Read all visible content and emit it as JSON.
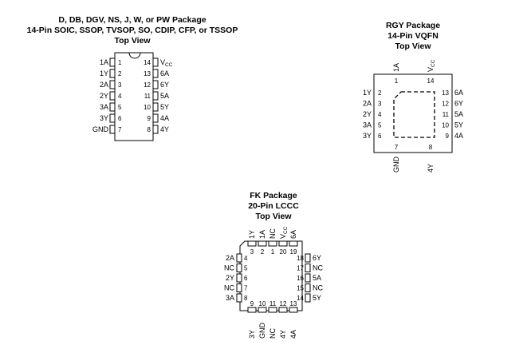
{
  "soic": {
    "title1": "D, DB, DGV, NS, J, W, or PW Package",
    "title2": "14-Pin SOIC, SSOP, TVSOP, SO, CDIP, CFP, or TSSOP",
    "title3": "Top View",
    "left": [
      {
        "name": "1A",
        "num": "1"
      },
      {
        "name": "1Y",
        "num": "2"
      },
      {
        "name": "2A",
        "num": "3"
      },
      {
        "name": "2Y",
        "num": "4"
      },
      {
        "name": "3A",
        "num": "5"
      },
      {
        "name": "3Y",
        "num": "6"
      },
      {
        "name": "GND",
        "num": "7"
      }
    ],
    "right": [
      {
        "name": "V",
        "sub": "CC",
        "num": "14"
      },
      {
        "name": "6A",
        "num": "13"
      },
      {
        "name": "6Y",
        "num": "12"
      },
      {
        "name": "5A",
        "num": "11"
      },
      {
        "name": "5Y",
        "num": "10"
      },
      {
        "name": "4A",
        "num": "9"
      },
      {
        "name": "4Y",
        "num": "8"
      }
    ]
  },
  "rgy": {
    "title1": "RGY Package",
    "title2": "14-Pin VQFN",
    "title3": "Top View",
    "top": [
      {
        "name": "1A",
        "num": "1"
      },
      {
        "name": "V",
        "sub": "CC",
        "num": "14"
      }
    ],
    "left": [
      {
        "name": "1Y",
        "num": "2"
      },
      {
        "name": "2A",
        "num": "3"
      },
      {
        "name": "2Y",
        "num": "4"
      },
      {
        "name": "3A",
        "num": "5"
      },
      {
        "name": "3Y",
        "num": "6"
      }
    ],
    "right": [
      {
        "name": "6A",
        "num": "13"
      },
      {
        "name": "6Y",
        "num": "12"
      },
      {
        "name": "5A",
        "num": "11"
      },
      {
        "name": "5Y",
        "num": "10"
      },
      {
        "name": "4A",
        "num": "9"
      }
    ],
    "bottom": [
      {
        "name": "GND",
        "num": "7"
      },
      {
        "name": "4Y",
        "num": "8"
      }
    ]
  },
  "fk": {
    "title1": "FK Package",
    "title2": "20-Pin LCCC",
    "title3": "Top View",
    "top": [
      {
        "name": "1Y",
        "num": "3"
      },
      {
        "name": "1A",
        "num": "2"
      },
      {
        "name": "NC",
        "num": "1"
      },
      {
        "name": "V",
        "sub": "CC",
        "num": "20"
      },
      {
        "name": "6A",
        "num": "19"
      }
    ],
    "left": [
      {
        "name": "2A",
        "num": "4"
      },
      {
        "name": "NC",
        "num": "5"
      },
      {
        "name": "2Y",
        "num": "6"
      },
      {
        "name": "NC",
        "num": "7"
      },
      {
        "name": "3A",
        "num": "8"
      }
    ],
    "right": [
      {
        "name": "6Y",
        "num": "18"
      },
      {
        "name": "NC",
        "num": "17"
      },
      {
        "name": "5A",
        "num": "16"
      },
      {
        "name": "NC",
        "num": "15"
      },
      {
        "name": "5Y",
        "num": "14"
      }
    ],
    "bottom": [
      {
        "name": "3Y",
        "num": "9"
      },
      {
        "name": "GND",
        "num": "10"
      },
      {
        "name": "NC",
        "num": "11"
      },
      {
        "name": "4Y",
        "num": "12"
      },
      {
        "name": "4A",
        "num": "13"
      }
    ]
  }
}
